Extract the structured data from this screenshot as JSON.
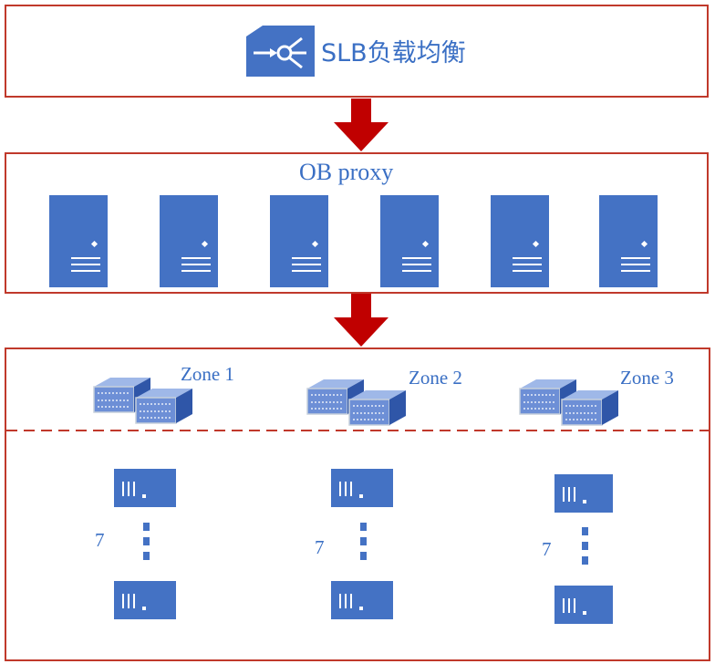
{
  "slb": {
    "label": "SLB负载均衡",
    "icon": "load-balancer-icon"
  },
  "proxy": {
    "title": "OB proxy",
    "server_count": 6,
    "icon": "tower-server-icon"
  },
  "zones": [
    {
      "label": "Zone 1",
      "count_label": "7"
    },
    {
      "label": "Zone 2",
      "count_label": "7"
    },
    {
      "label": "Zone 3",
      "count_label": "7"
    }
  ],
  "colors": {
    "border": "#c0392b",
    "arrow": "#c00000",
    "server": "#4472c4",
    "text": "#3a6fc4"
  }
}
